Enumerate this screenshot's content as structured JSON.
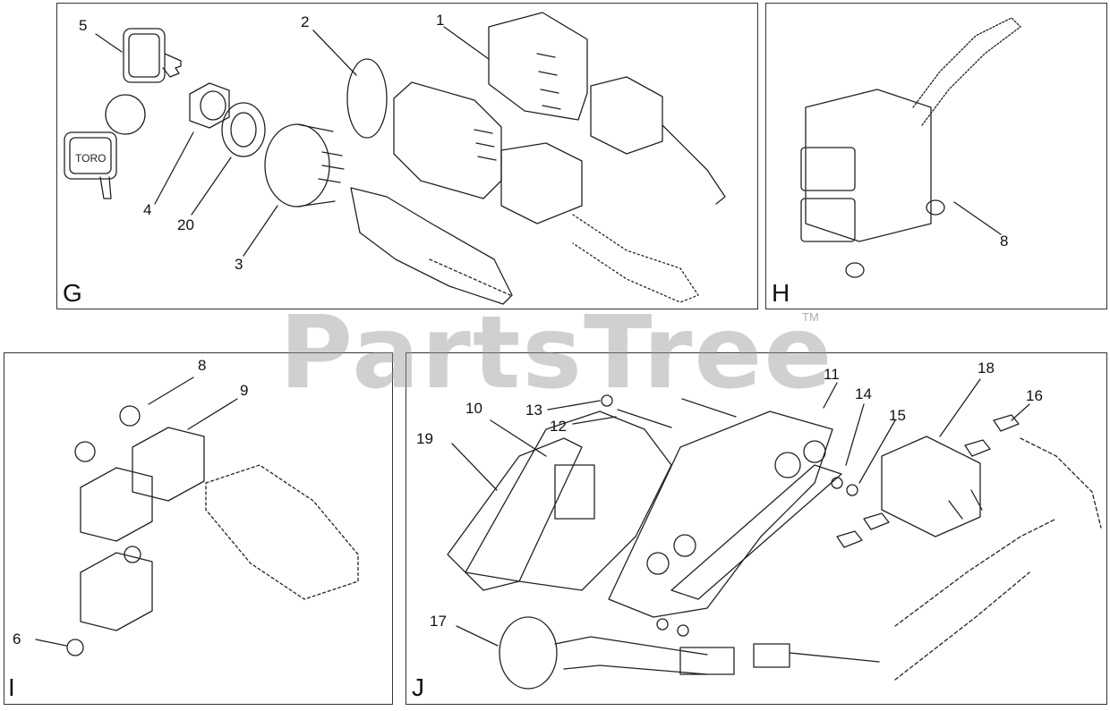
{
  "panels": {
    "g": {
      "letter": "G"
    },
    "h": {
      "letter": "H"
    },
    "i": {
      "letter": "I"
    },
    "j": {
      "letter": "J"
    }
  },
  "callouts": {
    "g": [
      "5",
      "2",
      "1",
      "4",
      "20",
      "3"
    ],
    "h": [
      "8"
    ],
    "i": [
      "8",
      "9",
      "6"
    ],
    "j": [
      "11",
      "18",
      "14",
      "16",
      "10",
      "15",
      "13",
      "12",
      "19",
      "17"
    ]
  },
  "key_tag_text": "TORO",
  "watermark": {
    "text": "PartsTree",
    "trademark": "TM"
  }
}
